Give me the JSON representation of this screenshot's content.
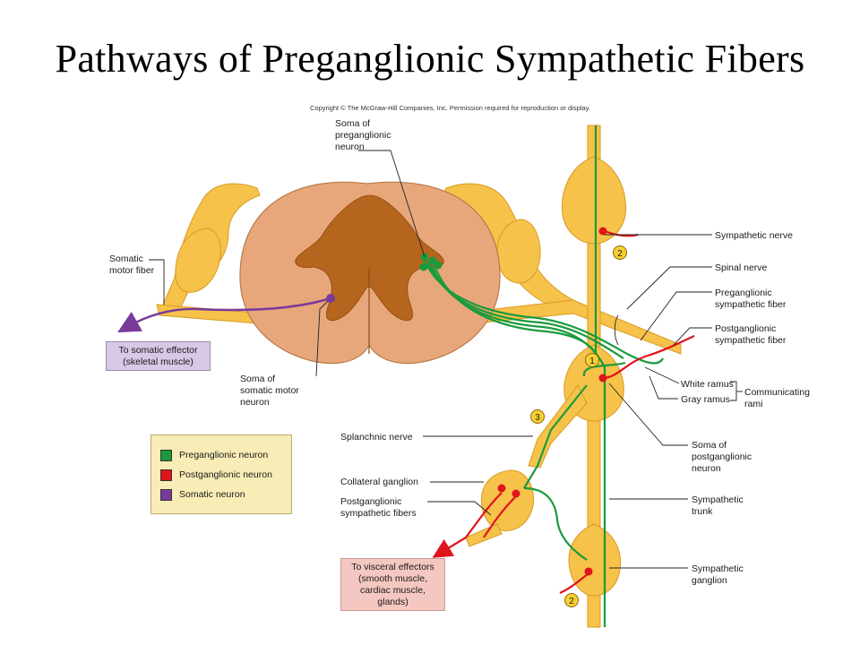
{
  "title": "Pathways of Preganglionic Sympathetic Fibers",
  "copyright": "Copyright © The McGraw-Hill Companies, Inc. Permission required for reproduction or display.",
  "colors": {
    "preganglionic": "#1a9a3c",
    "postganglionic": "#e0141c",
    "somatic": "#7a3a9a",
    "nerve": "#f6c24a",
    "gray_matter": "#b5651d",
    "white_matter": "#e8a77a"
  },
  "labels": {
    "soma_preganglionic": [
      "Soma of",
      "preganglionic",
      "neuron"
    ],
    "somatic_motor_fiber": [
      "Somatic",
      "motor fiber"
    ],
    "soma_somatic_motor": [
      "Soma of",
      "somatic motor",
      "neuron"
    ],
    "sympathetic_nerve": "Sympathetic nerve",
    "spinal_nerve": "Spinal nerve",
    "preganglionic_fiber": [
      "Preganglionic",
      "sympathetic fiber"
    ],
    "postganglionic_fiber": [
      "Postganglionic",
      "sympathetic fiber"
    ],
    "white_ramus": "White ramus",
    "gray_ramus": "Gray ramus",
    "communicating_rami": [
      "Communicating",
      "rami"
    ],
    "soma_postganglionic": [
      "Soma of",
      "postganglionic",
      "neuron"
    ],
    "splanchnic_nerve": "Splanchnic nerve",
    "collateral_ganglion": "Collateral ganglion",
    "postganglionic_fibers": [
      "Postganglionic",
      "sympathetic fibers"
    ],
    "sympathetic_trunk": [
      "Sympathetic",
      "trunk"
    ],
    "sympathetic_ganglion": [
      "Sympathetic",
      "ganglion"
    ]
  },
  "pathway_numbers": [
    "1",
    "2",
    "3"
  ],
  "legend": [
    {
      "label": "Preganglionic neuron",
      "color": "#1a9a3c"
    },
    {
      "label": "Postganglionic neuron",
      "color": "#e0141c"
    },
    {
      "label": "Somatic neuron",
      "color": "#7a3a9a"
    }
  ],
  "effectors": {
    "somatic": [
      "To somatic effector",
      "(skeletal muscle)"
    ],
    "visceral": [
      "To visceral effectors",
      "(smooth muscle,",
      "cardiac muscle,",
      "glands)"
    ]
  }
}
